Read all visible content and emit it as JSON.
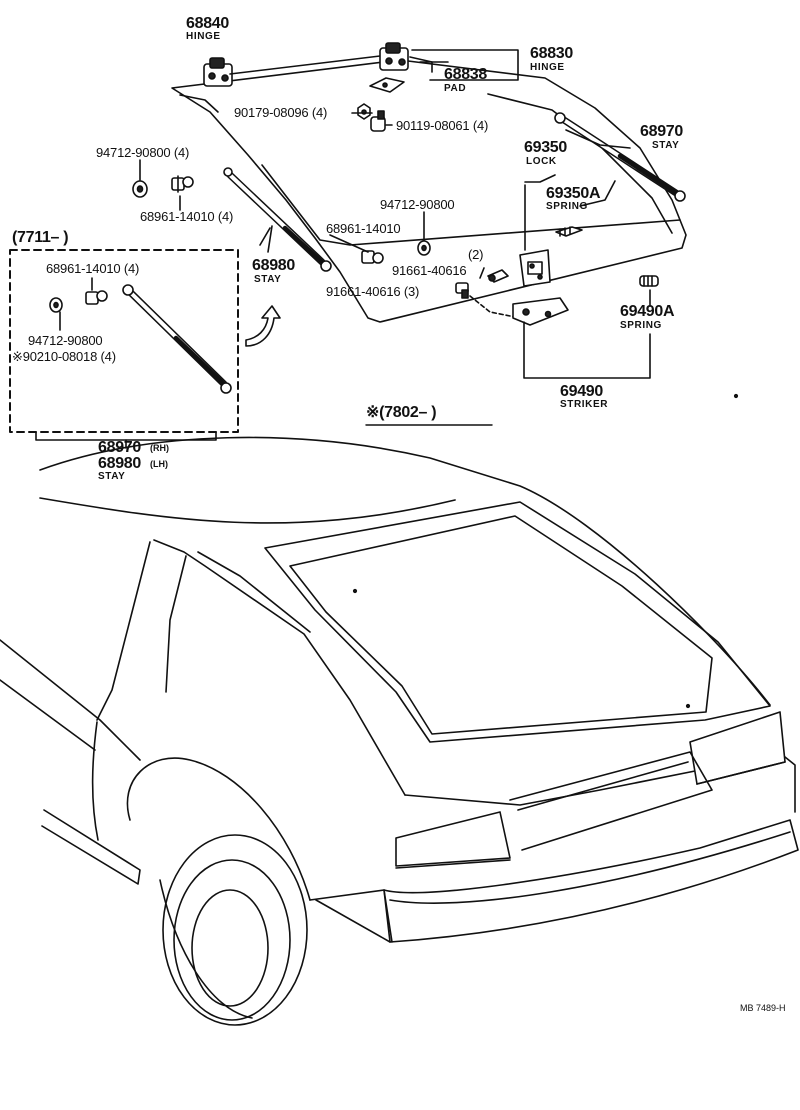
{
  "labels": {
    "hinge_l_no": "68840",
    "hinge_l_name": "HINGE",
    "hinge_r_no": "68830",
    "hinge_r_name": "HINGE",
    "pad_no": "68838",
    "pad_name": "PAD",
    "nut_no": "90179-08096 (4)",
    "bolt_no": "90119-08061 (4)",
    "stay_r_no": "68970",
    "stay_r_name": "STAY",
    "lock_no": "69350",
    "lock_name": "LOCK",
    "spring_no": "69350A",
    "spring_name": "SPRING",
    "washer_top_no": "94712-90800 (4)",
    "ball_top_no": "68961-14010 (4)",
    "washer_mid_no": "94712-90800",
    "ball_mid_no": "68961-14010",
    "stay_l_no": "68980",
    "stay_l_name": "STAY",
    "screw_a_qty": "(2)",
    "screw_a_no": "91661-40616",
    "screw_b_no": "91661-40616 (3)",
    "cushion_no": "69490A",
    "cushion_name": "SPRING",
    "striker_no": "69490",
    "striker_name": "STRIKER",
    "box_range": "(7711–        )",
    "box_ball_no": "68961-14010 (4)",
    "box_washer_no": "94712-90800",
    "box_bolt_no": "※90210-08018 (4)",
    "range_note": "※(7802–        )",
    "stay_rh_no": "68970",
    "stay_rh_tag": "(RH)",
    "stay_lh_no": "68980",
    "stay_lh_tag": "(LH)",
    "stay_bottom_name": "STAY",
    "code": "MB 7489-H"
  }
}
